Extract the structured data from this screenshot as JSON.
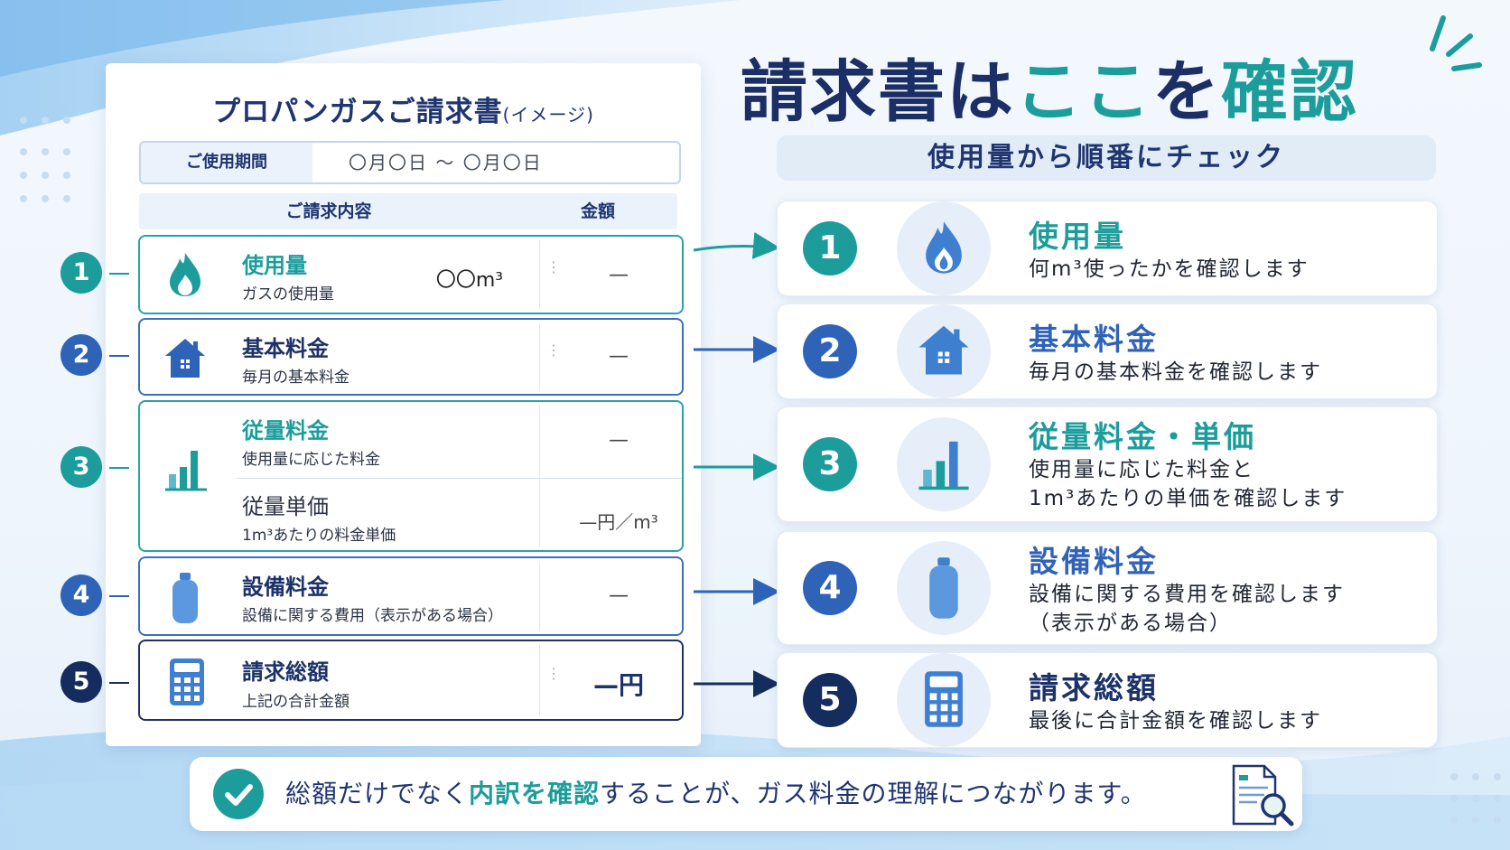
{
  "invoice": {
    "title": "プロパンガスご請求書",
    "title_note": "(イメージ)",
    "period_label": "ご使用期間",
    "period_value": "〇月〇日 〜 〇月〇日",
    "header_content": "ご請求内容",
    "header_amount": "金額",
    "rows": [
      {
        "number": "1",
        "title": "使用量",
        "subtitle": "ガスの使用量",
        "value": "〇〇m³",
        "amount": "—",
        "icon": "flame-icon"
      },
      {
        "number": "2",
        "title": "基本料金",
        "subtitle": "毎月の基本料金",
        "amount": "—",
        "icon": "house-icon"
      },
      {
        "number": "3",
        "title": "従量料金",
        "subtitle": "使用量に応じた料金",
        "amount": "—",
        "title2": "従量単価",
        "subtitle2": "1m³あたりの料金単価",
        "amount2": "—円／m³",
        "icon": "bar-chart-icon"
      },
      {
        "number": "4",
        "title": "設備料金",
        "subtitle": "設備に関する費用（表示がある場合）",
        "amount": "—",
        "icon": "gas-cylinder-icon"
      },
      {
        "number": "5",
        "title": "請求総額",
        "subtitle": "上記の合計金額",
        "amount": "—円",
        "icon": "calculator-icon"
      }
    ]
  },
  "main_title": {
    "part1": "請求書は",
    "part2": "ここ",
    "part3": "を",
    "part4": "確認"
  },
  "subtitle": "使用量から順番にチェック",
  "steps": [
    {
      "number": "1",
      "title": "使用量",
      "desc1": "何m³使ったかを確認します",
      "desc2": "",
      "icon": "flame-icon"
    },
    {
      "number": "2",
      "title": "基本料金",
      "desc1": "毎月の基本料金を確認します",
      "desc2": "",
      "icon": "house-icon"
    },
    {
      "number": "3",
      "title": "従量料金・単価",
      "desc1": "使用量に応じた料金と",
      "desc2": "1m³あたりの単価を確認します",
      "icon": "bar-chart-icon"
    },
    {
      "number": "4",
      "title": "設備料金",
      "desc1": "設備に関する費用を確認します",
      "desc2": "（表示がある場合）",
      "icon": "gas-cylinder-icon"
    },
    {
      "number": "5",
      "title": "請求総額",
      "desc1": "最後に合計金額を確認します",
      "desc2": "",
      "icon": "calculator-icon"
    }
  ],
  "banner": {
    "text_before": "総額だけでなく",
    "text_highlight": "内訳を確認",
    "text_after": "することが、ガス料金の理解につながります。",
    "icon": "check-icon",
    "doc_icon": "document-search-icon"
  },
  "colors": {
    "teal": "#1c9d9c",
    "blue": "#2f63b8",
    "navy": "#142c5e",
    "title_navy": "#1b2e66"
  }
}
